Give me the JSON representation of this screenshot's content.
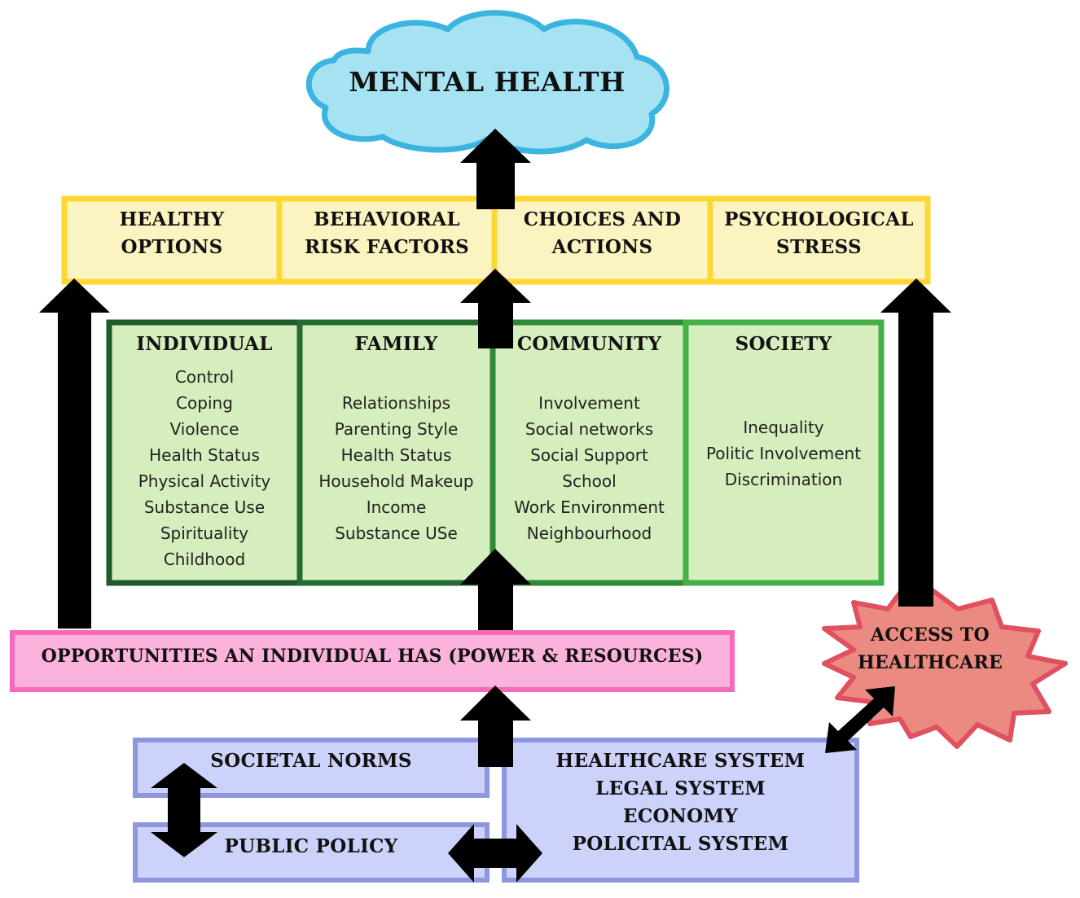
{
  "title": "MENTAL HEALTH",
  "factors": [
    {
      "line1": "HEALTHY",
      "line2": "OPTIONS"
    },
    {
      "line1": "BEHAVIORAL",
      "line2": "RISK FACTORS"
    },
    {
      "line1": "CHOICES AND",
      "line2": "ACTIONS"
    },
    {
      "line1": "PSYCHOLOGICAL",
      "line2": "STRESS"
    }
  ],
  "levels": [
    {
      "heading": "INDIVIDUAL",
      "items": [
        "Control",
        "Coping",
        "Violence",
        "Health Status",
        "Physical Activity",
        "Substance Use",
        "Spirituality",
        "Childhood"
      ]
    },
    {
      "heading": "FAMILY",
      "items": [
        "Relationships",
        "Parenting Style",
        "Health Status",
        "Household Makeup",
        "Income",
        "Substance USe"
      ]
    },
    {
      "heading": "COMMUNITY",
      "items": [
        "Involvement",
        "Social networks",
        "Social Support",
        "School",
        "Work Environment",
        "Neighbourhood"
      ]
    },
    {
      "heading": "SOCIETY",
      "items": [
        "Inequality",
        "Politic Involvement",
        "Discrimination"
      ]
    }
  ],
  "opportunities": "OPPORTUNITIES AN INDIVIDUAL HAS (POWER & RESOURCES)",
  "access": {
    "line1": "ACCESS TO",
    "line2": "HEALTHCARE"
  },
  "societal_norms": "SOCIETAL NORMS",
  "public_policy": "PUBLIC POLICY",
  "systems": [
    "HEALTHCARE SYSTEM",
    "LEGAL SYSTEM",
    "ECONOMY",
    "POLICITAL SYSTEM"
  ],
  "colors": {
    "cloud_fill": "#a6e3f2",
    "cloud_stroke": "#3bb5df",
    "yellow_fill": "#fcf4c0",
    "yellow_stroke": "#fdd835",
    "green_fill": "#d6edbd",
    "green_dark": "#1e5b2d",
    "green_mid": "#2e7d32",
    "green_light": "#43b049",
    "pink_fill": "#fbb3dd",
    "pink_stroke": "#f56bb9",
    "star_fill": "#ea8a80",
    "star_stroke": "#e0505f",
    "blue_fill": "#cdd2fb",
    "blue_stroke": "#8e96e0",
    "arrow": "#000000"
  }
}
